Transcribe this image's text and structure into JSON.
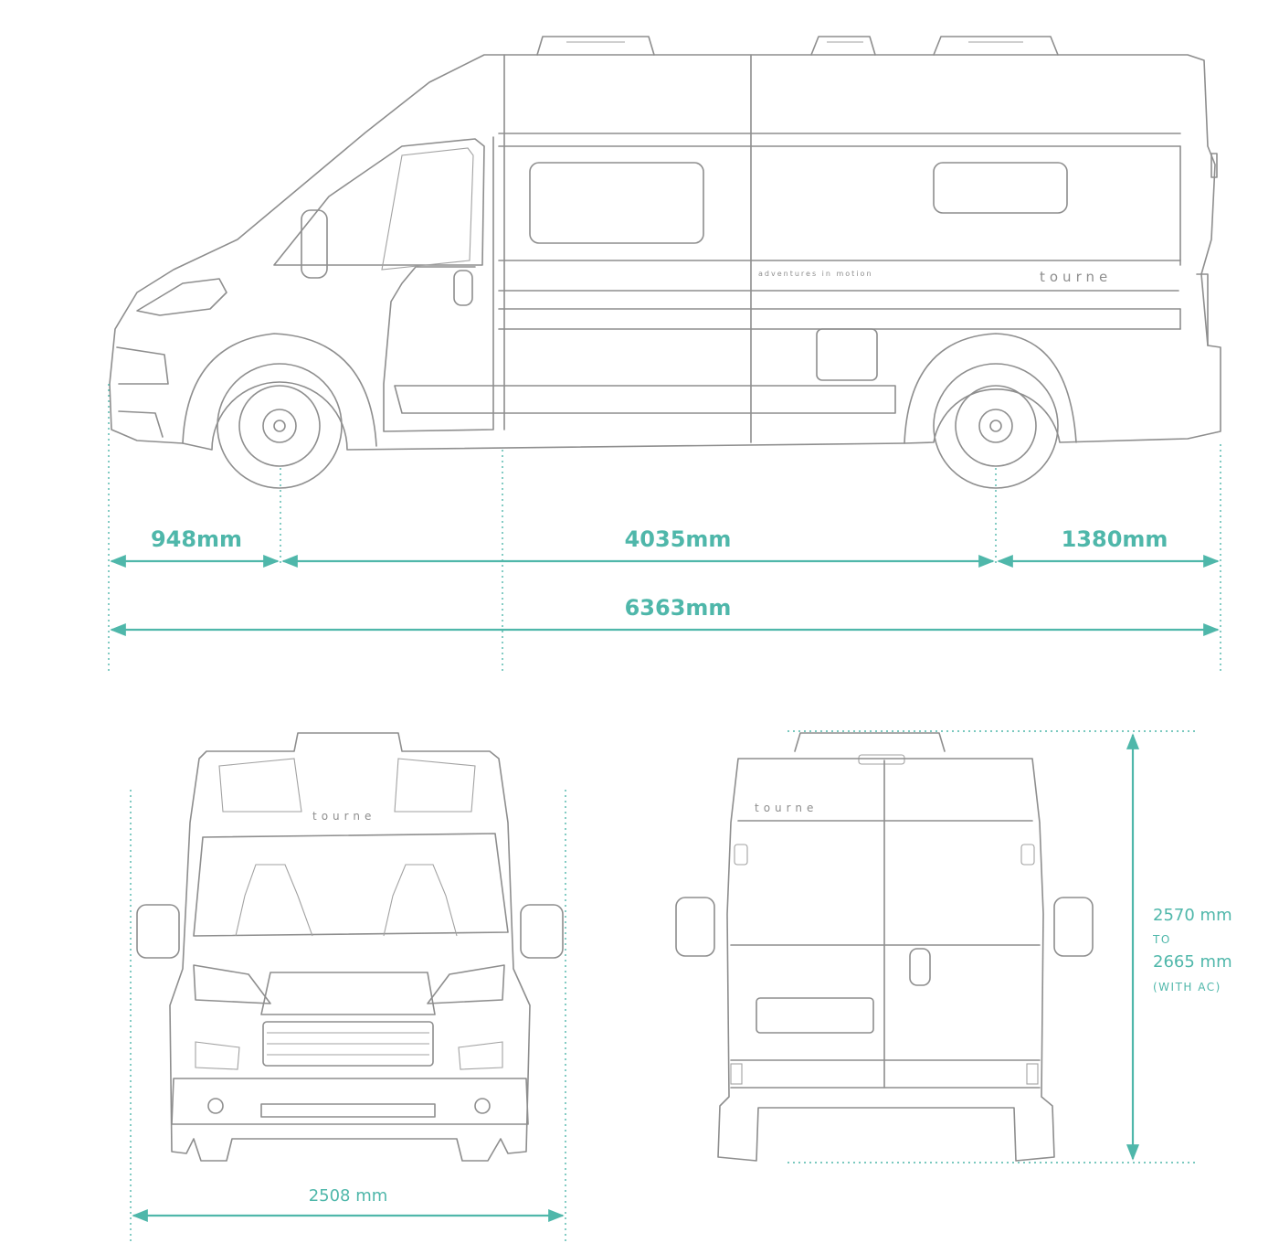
{
  "brand": "tourne",
  "tagline": "adventures in motion",
  "side_view": {
    "front_overhang": "948mm",
    "wheelbase": "4035mm",
    "rear_overhang": "1380mm",
    "overall_length": "6363mm"
  },
  "front_view": {
    "width": "2508 mm"
  },
  "rear_view": {
    "height_min": "2570 mm",
    "height_to": "TO",
    "height_max": "2665 mm",
    "height_note": "(WITH AC)"
  },
  "colors": {
    "dimension": "#4fb7aa",
    "outline": "#8e8e8e"
  }
}
